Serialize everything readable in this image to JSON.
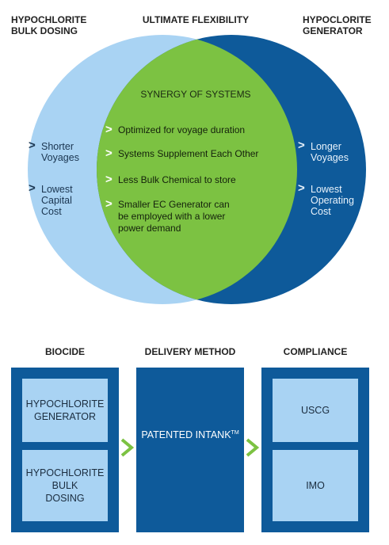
{
  "venn": {
    "left_header": "HYPOCHLORITE\nBULK DOSING",
    "center_header": "ULTIMATE FLEXIBILITY",
    "right_header": "HYPOCLORITE\nGENERATOR",
    "center_title": "SYNERGY OF SYSTEMS",
    "left_items": [
      "Shorter\nVoyages",
      "Lowest\nCapital\nCost"
    ],
    "right_items": [
      "Longer\nVoyages",
      "Lowest\nOperating\nCost"
    ],
    "center_items": [
      "Optimized for voyage duration",
      "Systems Supplement Each Other",
      "Less Bulk Chemical to store",
      "Smaller EC Generator can\nbe employed with a lower\npower demand"
    ],
    "chevron": ">",
    "colors": {
      "left": "#a9d3f3",
      "right": "#0e5a9a",
      "overlap": "#7cc242"
    }
  },
  "flow": {
    "biocide": {
      "title": "BIOCIDE",
      "items": [
        "HYPOCHLORITE\nGENERATOR",
        "HYPOCHLORITE\nBULK\nDOSING"
      ]
    },
    "delivery": {
      "title": "DELIVERY METHOD",
      "label": "PATENTED INTANK",
      "trademark": "TM"
    },
    "compliance": {
      "title": "COMPLIANCE",
      "items": [
        "USCG",
        "IMO"
      ]
    },
    "colors": {
      "outer": "#0e5a9a",
      "inner": "#a9d3f3",
      "arrow": "#7cc242"
    }
  }
}
